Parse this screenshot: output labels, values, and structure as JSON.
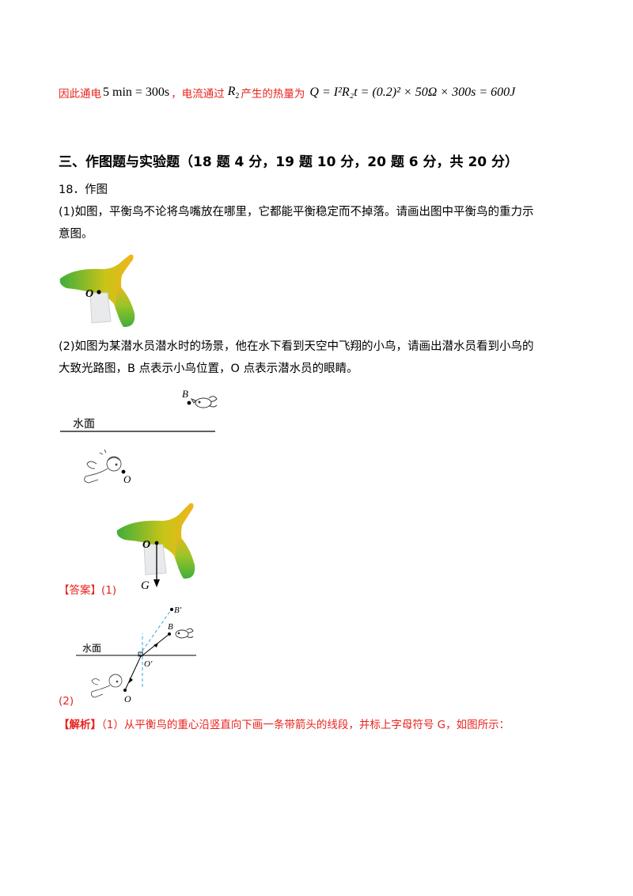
{
  "line1": {
    "prefix": "因此通电",
    "time_eq": "5 min = 300s",
    "middle": "，电流通过",
    "resistor": "R",
    "resistor_sub": "2",
    "suffix": "产生的热量为",
    "heat_eq": "Q = I²R₂t = (0.2)² × 50Ω × 300s = 600J"
  },
  "section_heading": "三、作图题与实验题（18 题 4 分，19 题 10 分，20 题 6 分，共 20 分）",
  "question": {
    "number": "18．作图",
    "part1_line1": "(1)如图，平衡鸟不论将鸟嘴放在哪里，它都能平衡稳定而不掉落。请画出图中平衡鸟的重力示",
    "part1_line2": "意图。",
    "part2_line1": "(2)如图为某潜水员潜水时的场景，他在水下看到天空中飞翔的小鸟，请画出潜水员看到小鸟的",
    "part2_line2": "大致光路图，B 点表示小鸟位置，O 点表示潜水员的眼睛。"
  },
  "figure_labels": {
    "point_o": "O",
    "point_b": "B",
    "point_b_prime": "B'",
    "point_o_prime": "O'",
    "water_surface": "水面",
    "gravity": "G"
  },
  "answer": {
    "label": "【答案】",
    "part1": "(1)",
    "part2": "(2)"
  },
  "analysis": {
    "label": "【解析】",
    "text": "（1）从平衡鸟的重心沿竖直向下画一条带箭头的线段，并标上字母符号 G，如图所示："
  },
  "colors": {
    "answer_red": "#e8231e",
    "bird_green": "#3fae3a",
    "bird_yellow": "#f2b41a",
    "dashed_blue": "#3aa6d9"
  }
}
